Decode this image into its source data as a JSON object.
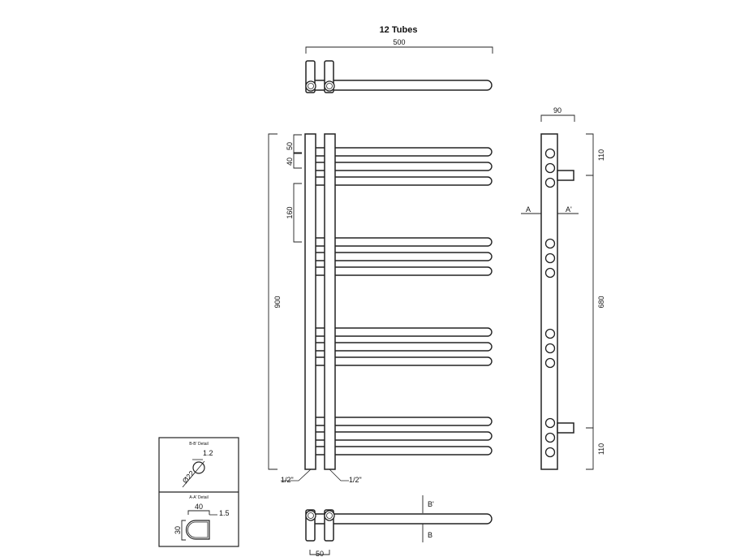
{
  "title": "12 Tubes",
  "dimensions": {
    "top_width": "500",
    "total_height": "900",
    "first_gap": "50",
    "tube_spacing": "40",
    "group_gap": "160",
    "side_depth": "90",
    "top_offset": "110",
    "bottom_offset": "110",
    "centres": "680",
    "bottom_width": "50"
  },
  "connections": {
    "left": "1/2\"",
    "right": "1/2\""
  },
  "section_marks": {
    "a": "A",
    "a_prime": "A'",
    "b": "B",
    "b_prime": "B'"
  },
  "details": {
    "bb_title": "B-B' Detail",
    "bb_diameter": "Ø22",
    "bb_wall": "1.2",
    "aa_title": "A-A' Detail",
    "aa_width": "40",
    "aa_height": "30",
    "aa_wall": "1.5"
  }
}
